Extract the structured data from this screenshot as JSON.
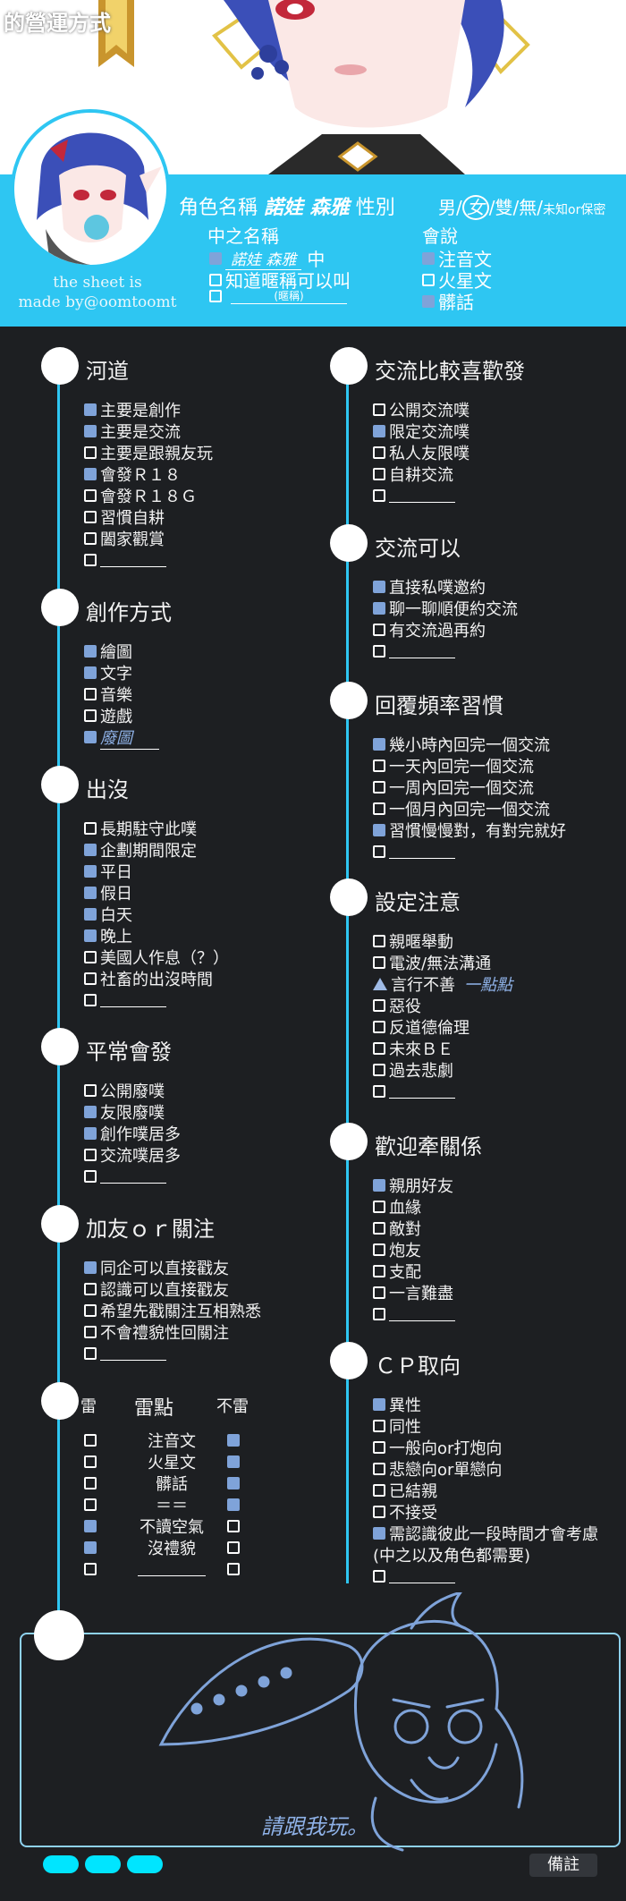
{
  "header": {
    "title": "的營運方式",
    "char_label": "角色名稱",
    "char_name": "諾娃 森雅",
    "gender_label": "性別",
    "gender_options": [
      "男",
      "女",
      "雙",
      "無"
    ],
    "gender_selected": "女",
    "gender_note": "未知or保密",
    "cv_label": "中之名稱",
    "cv_options": [
      {
        "checked": true,
        "value": "諾娃 森雅",
        "suffix": "中"
      },
      {
        "checked": false,
        "text": "知道暱稱可以叫"
      },
      {
        "checked": false,
        "blank_hint": "(暱稱)"
      }
    ],
    "speech_label": "會說",
    "speech_options": [
      {
        "text": "注音文",
        "checked": true
      },
      {
        "text": "火星文",
        "checked": false
      },
      {
        "text": "髒話",
        "checked": true
      }
    ],
    "credit": [
      "the sheet is",
      "made by@oomtoomt"
    ]
  },
  "left": [
    {
      "title": "河道",
      "items": [
        {
          "text": "主要是創作",
          "checked": true
        },
        {
          "text": "主要是交流",
          "checked": true
        },
        {
          "text": "主要是跟親友玩",
          "checked": false
        },
        {
          "text": "會發Ｒ１８",
          "checked": true
        },
        {
          "text": "會發Ｒ１８Ｇ",
          "checked": false
        },
        {
          "text": "習慣自耕",
          "checked": false
        },
        {
          "text": "闔家觀賞",
          "checked": false
        },
        {
          "blank": true,
          "checked": false
        }
      ]
    },
    {
      "title": "創作方式",
      "items": [
        {
          "text": "繪圖",
          "checked": true
        },
        {
          "text": "文字",
          "checked": true
        },
        {
          "text": "音樂",
          "checked": false
        },
        {
          "text": "遊戲",
          "checked": false
        },
        {
          "note": "廢圖",
          "checked": true
        }
      ]
    },
    {
      "title": "出沒",
      "items": [
        {
          "text": "長期駐守此噗",
          "checked": false
        },
        {
          "text": "企劃期間限定",
          "checked": true
        },
        {
          "text": "平日",
          "checked": true
        },
        {
          "text": "假日",
          "checked": true
        },
        {
          "text": "白天",
          "checked": true
        },
        {
          "text": "晚上",
          "checked": true
        },
        {
          "text": "美國人作息（？）",
          "checked": false
        },
        {
          "text": "社畜的出沒時間",
          "checked": false
        },
        {
          "blank": true,
          "checked": false
        }
      ]
    },
    {
      "title": "平常會發",
      "items": [
        {
          "text": "公開廢噗",
          "checked": false
        },
        {
          "text": "友限廢噗",
          "checked": true
        },
        {
          "text": "創作噗居多",
          "checked": true
        },
        {
          "text": "交流噗居多",
          "checked": false
        },
        {
          "blank": true,
          "checked": false
        }
      ]
    },
    {
      "title": "加友ｏｒ關注",
      "items": [
        {
          "text": "同企可以直接戳友",
          "checked": true
        },
        {
          "text": "認識可以直接戳友",
          "checked": false
        },
        {
          "text": "希望先戳關注互相熟悉",
          "checked": false
        },
        {
          "text": "不會禮貌性回關注",
          "checked": false
        },
        {
          "blank": true,
          "checked": false
        }
      ]
    }
  ],
  "mines": {
    "head_left": "雷",
    "head_mid": "雷點",
    "head_right": "不雷",
    "rows": [
      {
        "text": "注音文",
        "mine": false,
        "ok": true
      },
      {
        "text": "火星文",
        "mine": false,
        "ok": true
      },
      {
        "text": "髒話",
        "mine": false,
        "ok": true
      },
      {
        "text": "＝＝",
        "mine": false,
        "ok": true
      },
      {
        "text": "不讀空氣",
        "mine": true,
        "ok": false
      },
      {
        "text": "沒禮貌",
        "mine": true,
        "ok": false
      },
      {
        "text": "",
        "mine": false,
        "ok": false
      }
    ]
  },
  "right": [
    {
      "title": "交流比較喜歡發",
      "items": [
        {
          "text": "公開交流噗",
          "checked": false
        },
        {
          "text": "限定交流噗",
          "checked": true
        },
        {
          "text": "私人友限噗",
          "checked": false
        },
        {
          "text": "自耕交流",
          "checked": false
        },
        {
          "blank": true,
          "checked": false
        }
      ]
    },
    {
      "title": "交流可以",
      "items": [
        {
          "text": "直接私噗邀約",
          "checked": true
        },
        {
          "text": "聊一聊順便約交流",
          "checked": true
        },
        {
          "text": "有交流過再約",
          "checked": false
        },
        {
          "blank": true,
          "checked": false
        }
      ]
    },
    {
      "title": "回覆頻率習慣",
      "items": [
        {
          "text": "幾小時內回完一個交流",
          "checked": true
        },
        {
          "text": "一天內回完一個交流",
          "checked": false
        },
        {
          "text": "一周內回完一個交流",
          "checked": false
        },
        {
          "text": "一個月內回完一個交流",
          "checked": false
        },
        {
          "text": "習慣慢慢對，有對完就好",
          "checked": true
        },
        {
          "blank": true,
          "checked": false
        }
      ]
    },
    {
      "title": "設定注意",
      "items": [
        {
          "text": "親暱舉動",
          "checked": false
        },
        {
          "text": "電波/無法溝通",
          "checked": false
        },
        {
          "text": "言行不善",
          "checked": "partial",
          "annot": "一點點"
        },
        {
          "text": "惡役",
          "checked": false
        },
        {
          "text": "反道德倫理",
          "checked": false
        },
        {
          "text": "未來ＢＥ",
          "checked": false
        },
        {
          "text": "過去悲劇",
          "checked": false
        },
        {
          "blank": true,
          "checked": false
        }
      ]
    },
    {
      "title": "歡迎牽關係",
      "items": [
        {
          "text": "親朋好友",
          "checked": true
        },
        {
          "text": "血緣",
          "checked": false
        },
        {
          "text": "敵對",
          "checked": false
        },
        {
          "text": "炮友",
          "checked": false
        },
        {
          "text": "支配",
          "checked": false
        },
        {
          "text": "一言難盡",
          "checked": false
        },
        {
          "blank": true,
          "checked": false
        }
      ]
    },
    {
      "title": "ＣＰ取向",
      "items": [
        {
          "text": "異性",
          "checked": true
        },
        {
          "text": "同性",
          "checked": false
        },
        {
          "text": "一般向or打炮向",
          "checked": false
        },
        {
          "text": "悲戀向or單戀向",
          "checked": false
        },
        {
          "text": "已結親",
          "checked": false
        },
        {
          "text": "不接受",
          "checked": false
        },
        {
          "text": "需認識彼此一段時間才會考慮",
          "checked": true
        },
        {
          "text": "(中之以及角色都需要)",
          "checked": null
        },
        {
          "blank": true,
          "checked": false
        }
      ]
    }
  ],
  "footer": {
    "signature": "請跟我玩。",
    "memo_label": "備註"
  },
  "colors": {
    "accent": "#2ec6f2",
    "checked": "#7fa3d9",
    "background": "#1d1f22",
    "pill": "#00e5ff"
  }
}
